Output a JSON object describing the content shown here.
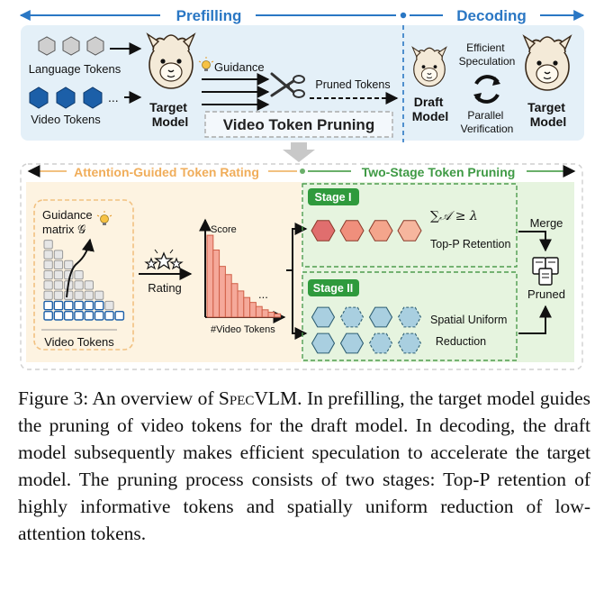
{
  "colors": {
    "blue_accent": "#2a77c4",
    "top_panel_bg": "#e4f0f8",
    "orange_dash": "#f2c181",
    "green_dash": "#6aaf6a",
    "green_bg": "#e6f4df",
    "orange_bg": "#fdf3e1",
    "video_token": "#1c5fa8",
    "language_token": "#cfcfcf",
    "stage_badge": "#2f9a3d",
    "bar_fill": "#f5a99a",
    "bar_stroke": "#d06048",
    "hex_stage1": [
      "#e06e6e",
      "#f08f7c",
      "#f4a58c",
      "#f6b69e"
    ],
    "hex_stage2": "#a9cfe0"
  },
  "top_panel": {
    "prefilling_label": "Prefilling",
    "decoding_label": "Decoding",
    "language_tokens_label": "Language Tokens",
    "video_tokens_label": "Video Tokens",
    "video_tokens_ellipsis": "...",
    "target_model_label_line1": "Target",
    "target_model_label_line2": "Model",
    "guidance_label": "Guidance",
    "pruned_tokens_label": "Pruned Tokens",
    "video_token_pruning_label": "Video Token Pruning",
    "draft_model_label_line1": "Draft",
    "draft_model_label_line2": "Model",
    "efficient_speculation_line1": "Efficient",
    "efficient_speculation_line2": "Speculation",
    "parallel_verification_line1": "Parallel",
    "parallel_verification_line2": "Verification",
    "target_model2_label_line1": "Target",
    "target_model2_label_line2": "Model"
  },
  "bottom_panel": {
    "rating_section_title": "Attention-Guided Token Rating",
    "pruning_section_title": "Two-Stage Token Pruning",
    "guidance_matrix_line1": "Guidance",
    "guidance_matrix_line2": "matrix 𝒢",
    "video_tokens_label": "Video Tokens",
    "rating_label": "Rating",
    "score_label": "Score",
    "video_tokens_axis_label": "#Video Tokens",
    "bars_ellipsis": "...",
    "stage1_label": "Stage I",
    "stage2_label": "Stage II",
    "formula_label": "∑𝒜 ≥ λ",
    "top_p_label": "Top-P Retention",
    "spatial_uniform_label": "Spatial Uniform",
    "reduction_label": "Reduction",
    "merge_label": "Merge",
    "pruned_label": "Pruned"
  },
  "chart_data": {
    "type": "bar",
    "values": [
      10,
      8.2,
      6.2,
      5.2,
      4.1,
      3.2,
      2.4,
      1.8,
      1.3,
      0.9,
      0.6,
      0.4
    ],
    "ylabel": "Score",
    "xlabel": "#Video Tokens",
    "ylim": [
      0,
      11
    ]
  },
  "caption": {
    "prefix": "Figure 3: An overview of ",
    "name": "SpecVLM",
    "text": ". In prefilling, the target model guides the pruning of video tokens for the draft model. In decoding, the draft model subsequently makes efficient speculation to accelerate the target model. The pruning process consists of two stages: Top-P retention of highly informative tokens and spatially uniform reduction of low-attention tokens."
  }
}
